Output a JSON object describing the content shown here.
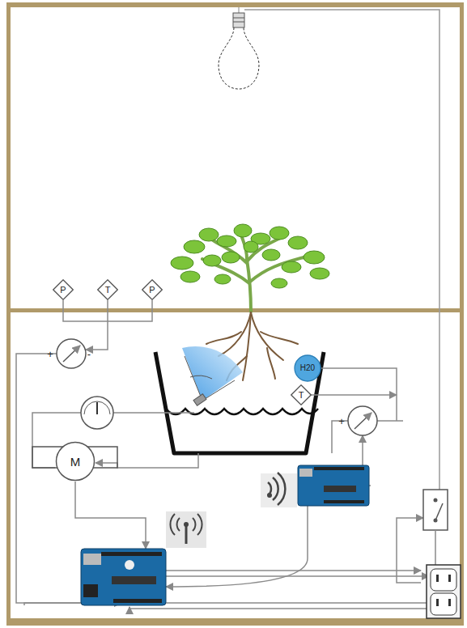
{
  "diagram": {
    "nodes": [
      {
        "text": [
          "P"
        ]
      },
      {
        "text": [
          "T"
        ]
      },
      {
        "text": [
          "P"
        ]
      },
      {
        "text": [
          "H20"
        ]
      },
      {
        "text": [
          "T"
        ]
      },
      {
        "text": [
          "M"
        ]
      }
    ],
    "labels": [
      "+",
      "-",
      "+"
    ]
  }
}
